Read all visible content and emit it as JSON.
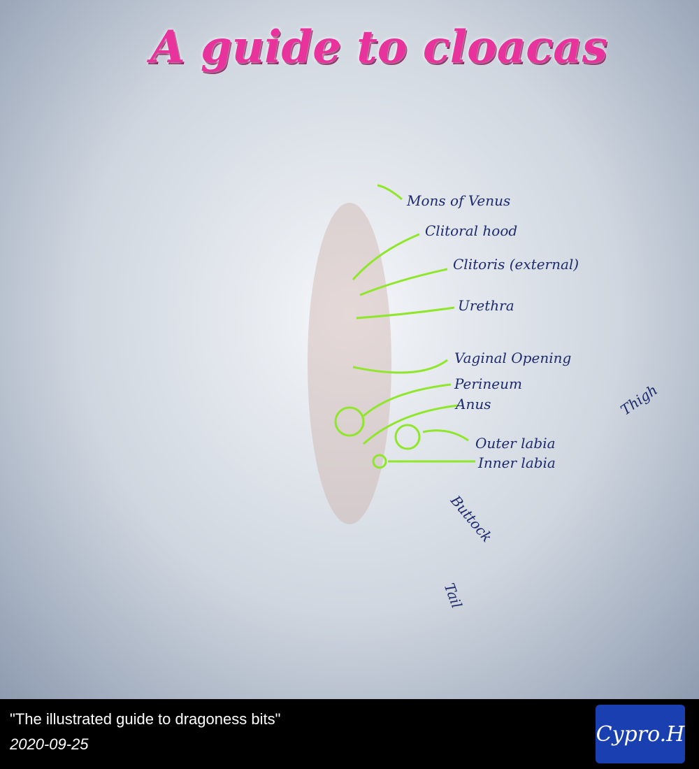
{
  "title": "A guide to cloacas",
  "labels": {
    "mons": "Mons of Venus",
    "hood": "Clitoral hood",
    "clitoris": "Clitoris (external)",
    "urethra": "Urethra",
    "vaginal": "Vaginal Opening",
    "perineum": "Perineum",
    "anus": "Anus",
    "outer": "Outer labia",
    "inner": "Inner labia",
    "thigh": "Thigh",
    "buttock": "Buttock",
    "tail": "Tail"
  },
  "footer": {
    "caption": "\"The illustrated guide to dragoness bits\"",
    "date": "2020-09-25",
    "signature": "Cypro.H"
  },
  "colors": {
    "label": "#1d2a6b",
    "arrow": "#8fe62a",
    "title": "#e8329c"
  }
}
